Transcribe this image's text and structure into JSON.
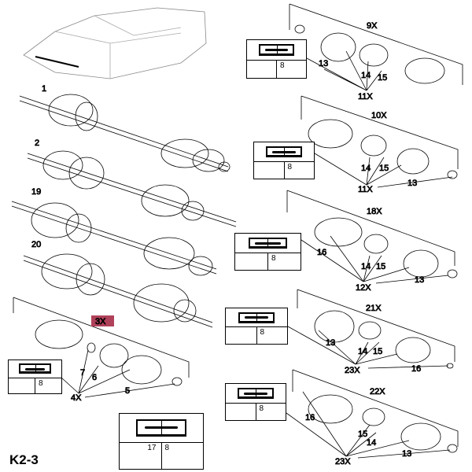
{
  "page_code": "K2-3",
  "shafts": {
    "s1": "1",
    "s2": "2",
    "s19": "19",
    "s20": "20"
  },
  "kit_9x": {
    "title": "9X",
    "p13": "13",
    "p14": "14",
    "p15": "15",
    "group": "11X",
    "tool_qty": "8"
  },
  "kit_10x": {
    "title": "10X",
    "p14": "14",
    "p15": "15",
    "group": "11X",
    "p13": "13",
    "tool_qty": "8"
  },
  "kit_18x": {
    "title": "18X",
    "p16": "16",
    "p14": "14",
    "p15": "15",
    "group": "12X",
    "p13": "13",
    "tool_qty": "8"
  },
  "kit_21x": {
    "title": "21X",
    "p13": "13",
    "p14": "14",
    "p15": "15",
    "group": "23X",
    "p16": "16",
    "tool_qty": "8"
  },
  "kit_22x": {
    "title": "22X",
    "p16": "16",
    "p15": "15",
    "p14": "14",
    "group": "23X",
    "p13": "13",
    "tool_qty": "8"
  },
  "kit_3x": {
    "title": "3X",
    "p7": "7",
    "p6": "6",
    "p5": "5",
    "group": "4X",
    "tool_qty": "8"
  },
  "legend_box": {
    "oil_qty": "17",
    "grease_qty": "8"
  },
  "colors": {
    "highlight": "#b0415a"
  }
}
